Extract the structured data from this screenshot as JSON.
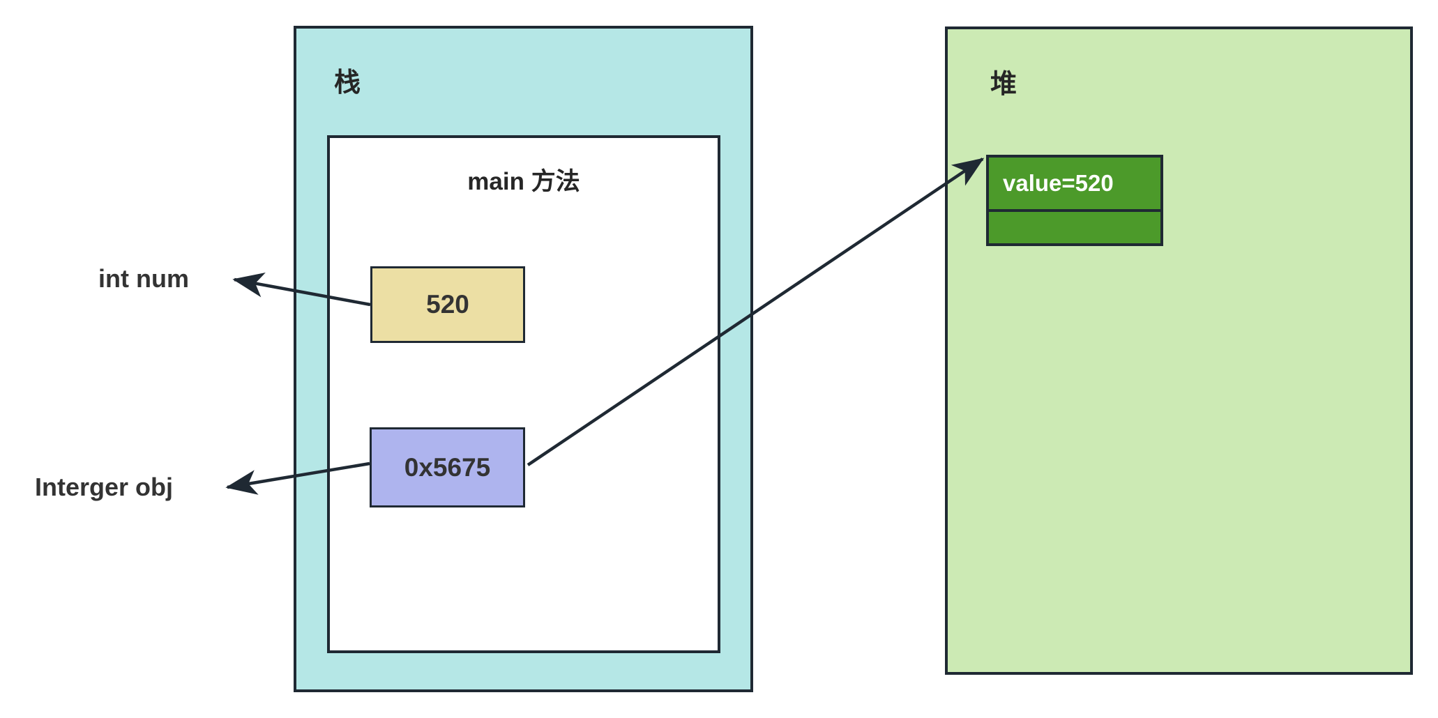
{
  "diagram": {
    "title_not_shown": null,
    "stack": {
      "label": "栈",
      "fill_color": "#b5e7e6",
      "frame": {
        "title": "main 方法",
        "fill_color": "#ffffff",
        "slots": [
          {
            "name": "num-slot",
            "value": "520",
            "fill_color": "#ecdfa4",
            "pointed_by_label": "int num"
          },
          {
            "name": "ref-slot",
            "value": "0x5675",
            "fill_color": "#aeb4ee",
            "pointed_by_label": "Interger obj"
          }
        ]
      }
    },
    "heap": {
      "label": "堆",
      "fill_color": "#cceab4",
      "object": {
        "value_text": "value=520",
        "fill_color": "#4c9a2a",
        "text_color": "#ffffff",
        "rows": 2,
        "second_row_text": ""
      }
    },
    "labels": {
      "int_num": "int num",
      "integer_obj": "Interger obj"
    },
    "arrows": [
      {
        "name": "arrow-num-to-label",
        "from": "num-slot left edge",
        "to": "int num label",
        "color": "#1f2933"
      },
      {
        "name": "arrow-ref-to-label",
        "from": "ref-slot left edge",
        "to": "Interger obj label",
        "color": "#1f2933"
      },
      {
        "name": "arrow-ref-to-heap-object",
        "from": "ref-slot right edge",
        "to": "heap object top-left",
        "color": "#1f2933"
      }
    ],
    "colors": {
      "border": "#1f2933",
      "text": "#333333",
      "stack_fill": "#b5e7e6",
      "heap_fill": "#cceab4",
      "int_slot_fill": "#ecdfa4",
      "ref_slot_fill": "#aeb4ee",
      "heap_object_fill": "#4c9a2a"
    }
  }
}
